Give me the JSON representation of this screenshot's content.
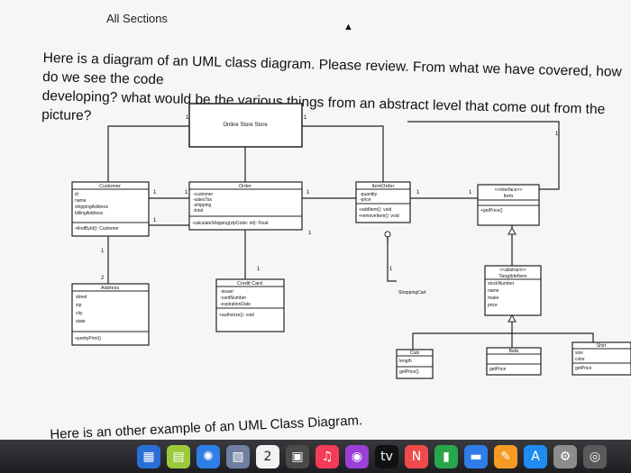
{
  "header": {
    "breadcrumb": "All Sections"
  },
  "question": {
    "line1": "Here is a diagram of an UML class diagram. Please review. From what we have covered, how do we see the code",
    "line2": "developing? what would be the various things from an abstract level that come out from the picture?"
  },
  "diagram": {
    "store": "Online Store Store",
    "customer": {
      "title": "Customer",
      "attrs": [
        "id",
        "name",
        "shippingAddress",
        "billingAddress"
      ],
      "ops": [
        "+findById(): Customer"
      ]
    },
    "order": {
      "title": "Order",
      "attrs": [
        "-customer",
        "-salesTax",
        "-shipping",
        "-total"
      ],
      "ops": [
        "-calculateShipping(zipCode: int): Float"
      ]
    },
    "itemorder": {
      "title": "ItemOrder",
      "attrs": [
        "-quantity",
        "-price"
      ],
      "ops": [
        "+addItem(): void",
        "+removeItem(): void"
      ]
    },
    "item": {
      "stereotype": "<<interface>>",
      "title": "Item",
      "ops": [
        "+getPrice()"
      ]
    },
    "address": {
      "title": "Address",
      "attrs": [
        "street",
        "zip",
        "city",
        "state"
      ],
      "ops": [
        "+prettyPrint()"
      ]
    },
    "creditcard": {
      "title": "Credit Card",
      "attrs": [
        "-issuer",
        "-cardNumber",
        "-expirationDate"
      ],
      "ops": [
        "+authorize(): void"
      ]
    },
    "shoppingcart": {
      "title": "ShoppingCart"
    },
    "tangible": {
      "stereotype": "<<abstract>>",
      "title": "TangibleItem",
      "attrs": [
        "stockNumber",
        "name",
        "make",
        "price"
      ]
    },
    "club": {
      "title": "Club",
      "attrs": [
        "length"
      ],
      "ops": [
        "getPrice()"
      ]
    },
    "balls": {
      "title": "Balls",
      "ops": [
        "getPrice"
      ]
    },
    "shirt": {
      "title": "Shirt",
      "attrs": [
        "size",
        "color"
      ],
      "ops": [
        "getPrice"
      ]
    },
    "mult": {
      "one": "1",
      "two": "2"
    }
  },
  "footer": {
    "text": "Here is an other example of an UML Class Diagram."
  },
  "dock": {
    "icons": [
      {
        "name": "app-icon-1",
        "glyph": "▦",
        "color": "#2a6fd6"
      },
      {
        "name": "app-icon-2",
        "glyph": "▤",
        "color": "#9ac93b"
      },
      {
        "name": "safari-icon",
        "glyph": "✺",
        "color": "#2f7ee8"
      },
      {
        "name": "preview-icon",
        "glyph": "▧",
        "color": "#6e7fa0"
      },
      {
        "name": "calendar-icon",
        "glyph": "2",
        "color": "#f2f2f2"
      },
      {
        "name": "app-icon-6",
        "glyph": "▣",
        "color": "#4a4a4a"
      },
      {
        "name": "music-icon",
        "glyph": "♫",
        "color": "#f43b57"
      },
      {
        "name": "podcasts-icon",
        "glyph": "◉",
        "color": "#9b3fd6"
      },
      {
        "name": "tv-icon",
        "glyph": "tv",
        "color": "#111111"
      },
      {
        "name": "news-icon",
        "glyph": "N",
        "color": "#f04a4a"
      },
      {
        "name": "numbers-icon",
        "glyph": "▮",
        "color": "#27a64b"
      },
      {
        "name": "keynote-icon",
        "glyph": "▬",
        "color": "#2f7ee8"
      },
      {
        "name": "pages-icon",
        "glyph": "✎",
        "color": "#f59a23"
      },
      {
        "name": "appstore-icon",
        "glyph": "A",
        "color": "#1f8cf0"
      },
      {
        "name": "app-icon-15",
        "glyph": "⚙",
        "color": "#8c8c8c"
      },
      {
        "name": "app-icon-16",
        "glyph": "◎",
        "color": "#5a5a5a"
      }
    ],
    "calendar_day": "2"
  }
}
